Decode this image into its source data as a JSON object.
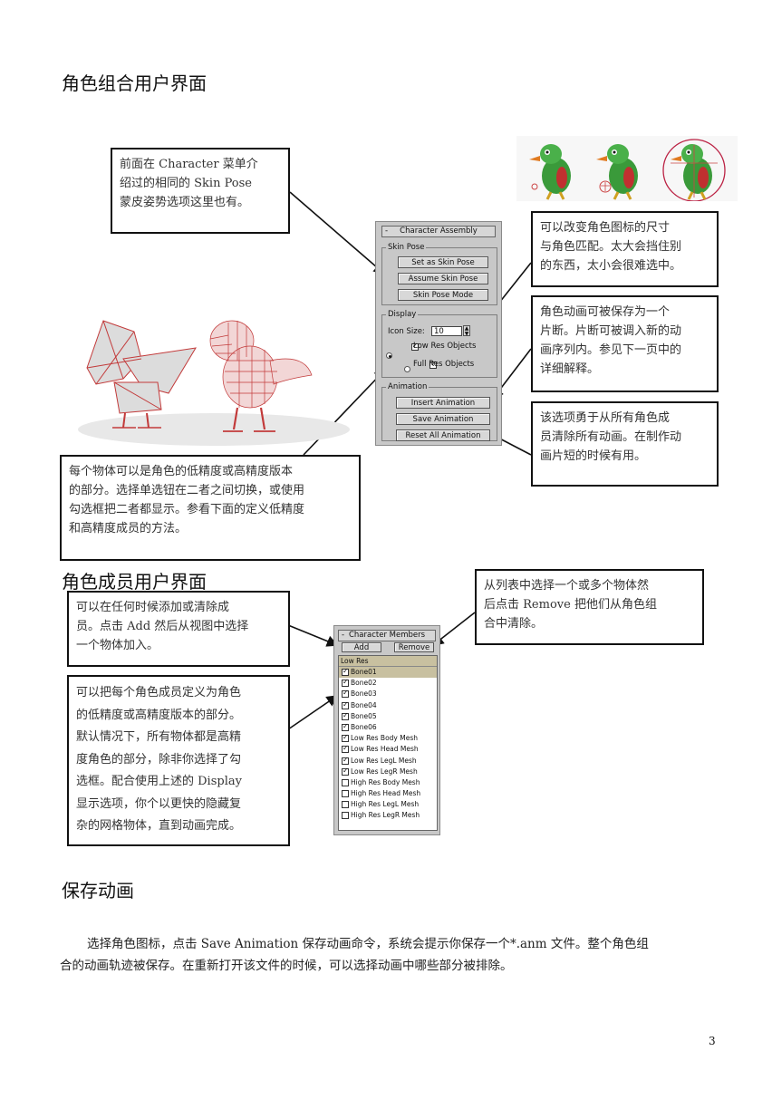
{
  "headings": {
    "h1": "角色组合用户界面",
    "h2": "角色成员用户界面",
    "h3": "保存动画"
  },
  "notes": {
    "skin_pose": [
      "前面在 Character 菜单介",
      "绍过的相同的 Skin Pose",
      "蒙皮姿势选项这里也有。"
    ],
    "icon_size": [
      "可以改变角色图标的尺寸",
      "与角色匹配。太大会挡住别",
      "的东西，太小会很难选中。"
    ],
    "save_anim": [
      "角色动画可被保存为一个",
      "片断。片断可被调入新的动",
      "画序列内。参见下一页中的",
      "详细解释。"
    ],
    "reset_anim": [
      "该选项勇于从所有角色成",
      "员清除所有动画。在制作动",
      "画片短的时候有用。"
    ],
    "res_objects": [
      "每个物体可以是角色的低精度或高精度版本",
      "的部分。选择单选钮在二者之间切换，或使用",
      "勾选框把二者都显示。参看下面的定义低精度",
      "和高精度成员的方法。"
    ],
    "add_members": [
      "可以在任何时候添加或清除成",
      "员。点击 Add 然后从视图中选择",
      "一个物体加入。"
    ],
    "remove_members": [
      "从列表中选择一个或多个物体然",
      "后点击 Remove 把他们从角色组",
      "合中清除。"
    ],
    "define_res": [
      "可以把每个角色成员定义为角色",
      "的低精度或高精度版本的部分。",
      "默认情况下，所有物体都是高精",
      "度角色的部分，除非你选择了勾",
      "选框。配合使用上述的 Display",
      "显示选项，你个以更快的隐藏复",
      "杂的网格物体，直到动画完成。"
    ]
  },
  "assembly_panel": {
    "title": "Character Assembly",
    "minus": "-",
    "skin_pose_group": "Skin Pose",
    "set_as_skin_pose": "Set as Skin Pose",
    "assume_skin_pose": "Assume Skin Pose",
    "skin_pose_mode": "Skin Pose Mode",
    "display_group": "Display",
    "icon_size_label": "Icon Size:",
    "icon_size_value": "10",
    "low_res_objects": "Low Res Objects",
    "full_res_objects": "Full Res Objects",
    "animation_group": "Animation",
    "insert_animation": "Insert Animation",
    "save_animation": "Save Animation",
    "reset_all_animation": "Reset All Animation"
  },
  "members_panel": {
    "title": "Character Members",
    "minus": "-",
    "add": "Add",
    "remove": "Remove",
    "list_header": "Low Res",
    "items": [
      {
        "label": "Bone01",
        "checked": true
      },
      {
        "label": "Bone02",
        "checked": true
      },
      {
        "label": "Bone03",
        "checked": true
      },
      {
        "label": "Bone04",
        "checked": true
      },
      {
        "label": "Bone05",
        "checked": true
      },
      {
        "label": "Bone06",
        "checked": true
      },
      {
        "label": "Low Res Body Mesh",
        "checked": true
      },
      {
        "label": "Low Res Head Mesh",
        "checked": true
      },
      {
        "label": "Low Res LegL Mesh",
        "checked": true
      },
      {
        "label": "Low Res LegR Mesh",
        "checked": true
      },
      {
        "label": "High Res Body Mesh",
        "checked": false
      },
      {
        "label": "High Res Head Mesh",
        "checked": false
      },
      {
        "label": "High Res LegL Mesh",
        "checked": false
      },
      {
        "label": "High Res LegR Mesh",
        "checked": false
      }
    ]
  },
  "body_text": {
    "line1": "选择角色图标，点击 Save Animation 保存动画命令，系统会提示你保存一个*.anm 文件。整个角色组",
    "line2": "合的动画轨迹被保存。在重新打开该文件的时候，可以选择动画中哪些部分被排除。"
  },
  "page_number": "3"
}
